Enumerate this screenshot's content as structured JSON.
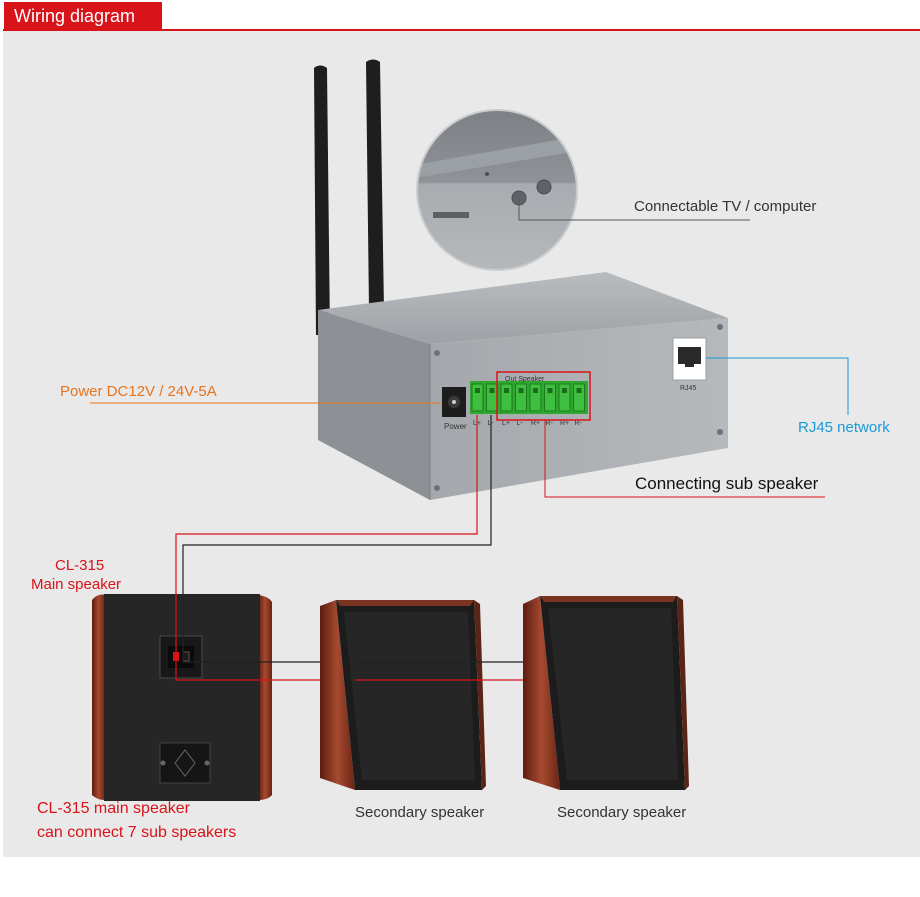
{
  "header": {
    "title": "Wiring diagram"
  },
  "labels": {
    "tv": "Connectable TV / computer",
    "power": "Power DC12V / 24V-5A",
    "rj45": "RJ45 network",
    "sub": "Connecting sub speaker",
    "main_model": "CL-315",
    "main_name": "Main speaker",
    "note_line1": "CL-315 main speaker",
    "note_line2": "can connect 7 sub speakers",
    "secondary1": "Secondary speaker",
    "secondary2": "Secondary speaker"
  },
  "device": {
    "power_label": "Power",
    "rj45_label": "RJ45",
    "out_label": "Out Speaker",
    "terminals": [
      "L+",
      "L-",
      "L+",
      "L-",
      "R+",
      "R-",
      "R+",
      "R-"
    ]
  },
  "colors": {
    "accent": "#d8131a",
    "orange": "#e8731f",
    "blue": "#1a9ad6",
    "terminal": "#3fbf3f"
  }
}
